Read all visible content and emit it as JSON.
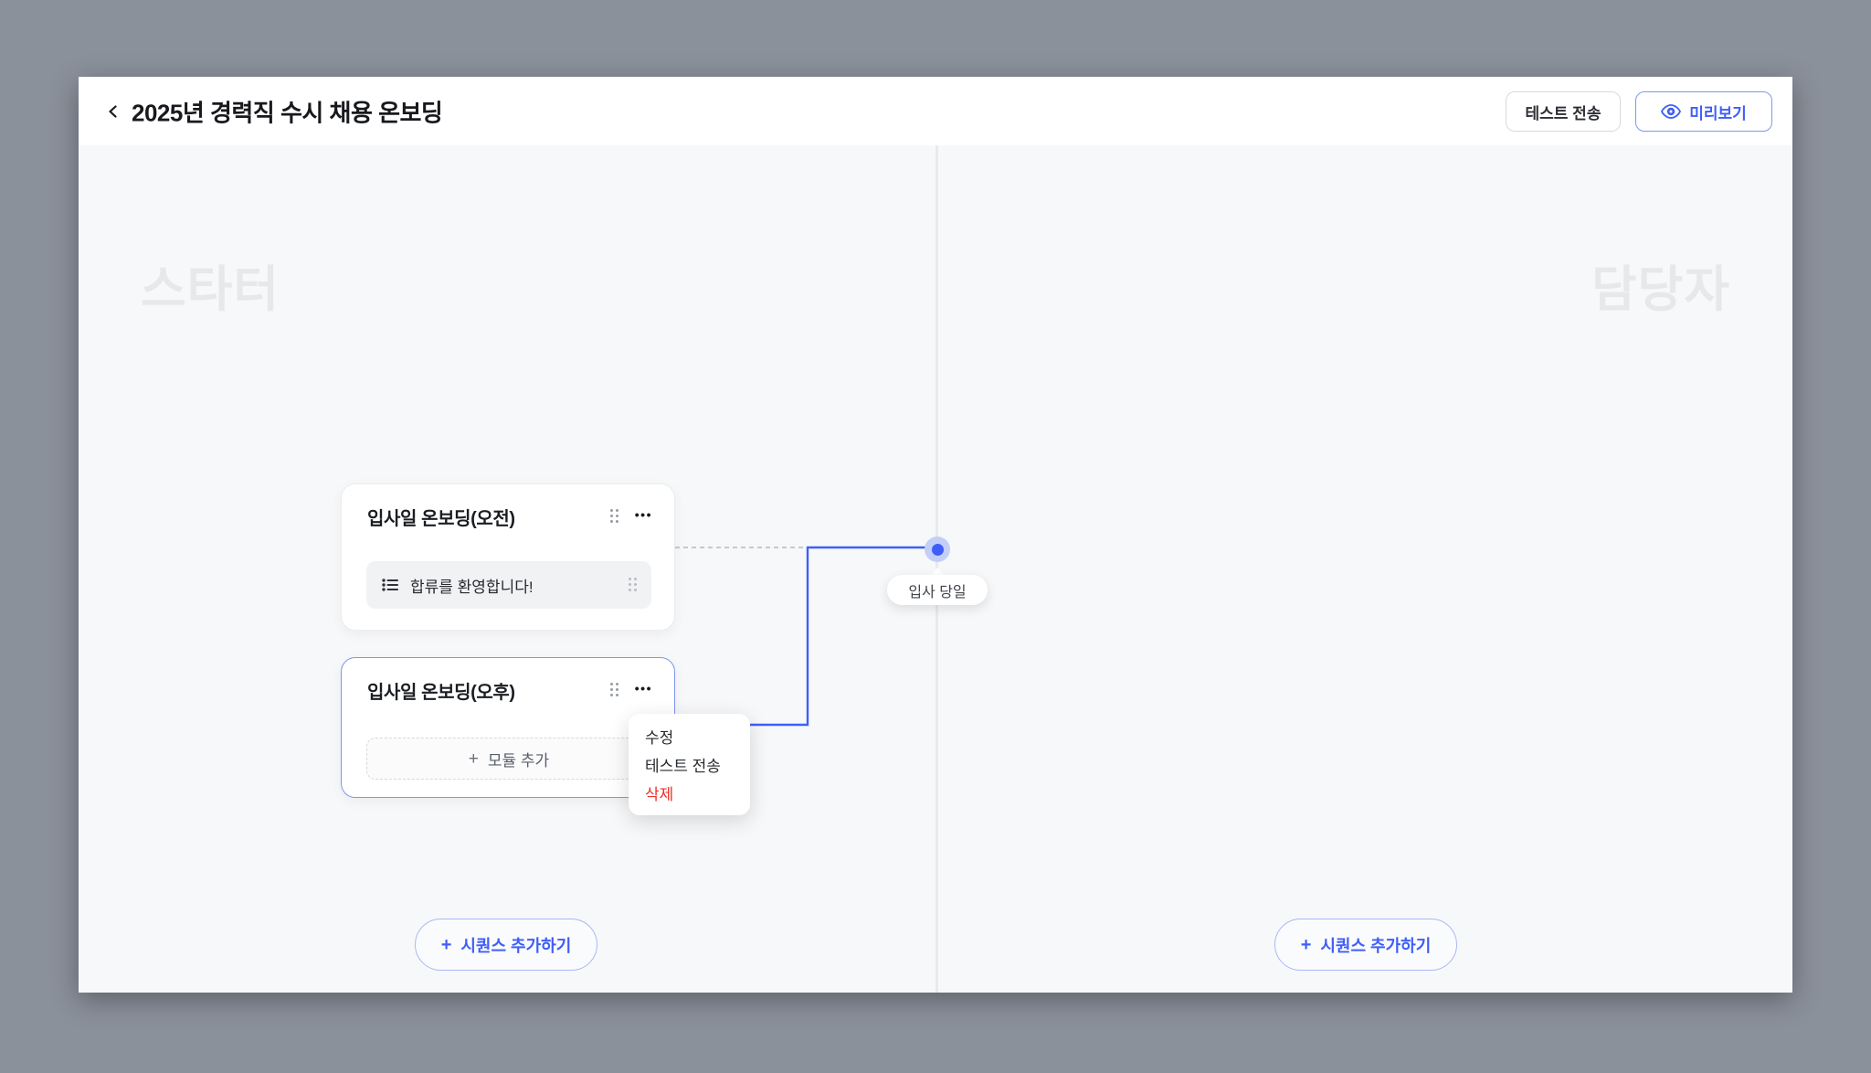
{
  "header": {
    "title": "2025년 경력직 수시 채용 온보딩",
    "buttons": {
      "test_send": "테스트 전송",
      "preview": "미리보기"
    }
  },
  "canvas": {
    "watermark_left": "스타터",
    "watermark_right": "담당자",
    "timeline_node_label": "입사 당일"
  },
  "sequences": [
    {
      "title": "입사일 온보딩(오전)",
      "modules": [
        {
          "label": "합류를 환영합니다!"
        }
      ]
    },
    {
      "title": "입사일 온보딩(오후)",
      "add_module_label": "모듈 추가"
    }
  ],
  "context_menu": {
    "items": [
      {
        "label": "수정"
      },
      {
        "label": "테스트 전송"
      },
      {
        "label": "삭제",
        "danger": true
      }
    ]
  },
  "footer": {
    "add_sequence_left": "시퀀스 추가하기",
    "add_sequence_right": "시퀀스 추가하기"
  },
  "icons": {
    "plus": "+",
    "ellipsis": "•••"
  },
  "colors": {
    "accent_blue": "#3f5ef7",
    "danger_red": "#ee2f25",
    "outer_background": "#8b919b",
    "canvas_background": "#f7f8f9",
    "selected_card_border": "#7e96ee"
  }
}
